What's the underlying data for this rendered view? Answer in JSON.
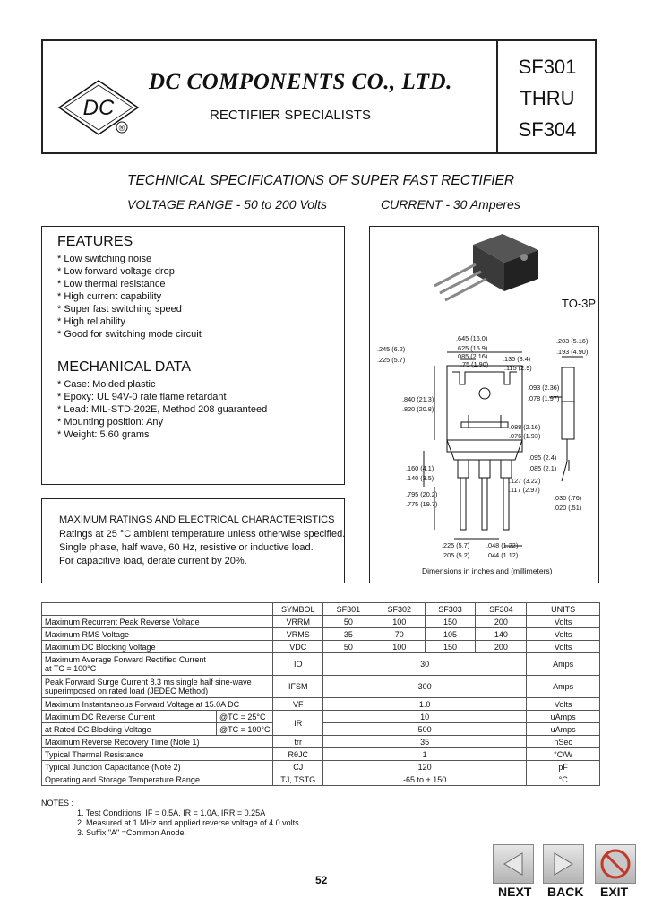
{
  "header": {
    "company": "DC COMPONENTS CO.,  LTD.",
    "tagline": "RECTIFIER SPECIALISTS",
    "logo_letters": "DC",
    "registered_mark": "®",
    "parts": [
      "SF301",
      "THRU",
      "SF304"
    ]
  },
  "title": "TECHNICAL  SPECIFICATIONS OF  SUPER FAST RECTIFIER",
  "voltage_range": "VOLTAGE RANGE - 50 to 200 Volts",
  "current": "CURRENT - 30 Amperes",
  "features": {
    "heading": "FEATURES",
    "items": [
      "Low switching noise",
      "Low forward voltage drop",
      "Low thermal resistance",
      "High current capability",
      "Super fast switching speed",
      "High reliability",
      "Good for switching mode circuit"
    ]
  },
  "mechanical": {
    "heading": "MECHANICAL DATA",
    "items": [
      "Case: Molded plastic",
      "Epoxy: UL 94V-0 rate flame retardant",
      "Lead: MIL-STD-202E, Method 208 guaranteed",
      "Mounting position: Any",
      "Weight: 5.60 grams"
    ]
  },
  "package": {
    "name": "TO-3P",
    "dim_caption": "Dimensions in inches and (millimeters)",
    "dims": {
      "d1": ".245 (6.2)",
      "d2": ".225 (5.7)",
      "d3": ".645 (16.0)",
      "d4": ".625 (15.9)",
      "d5": ".085 (2.16)",
      "d6": ".75 (1.90)",
      "d7": ".135 (3.4)",
      "d8": ".115 (2.9)",
      "d9": ".203 (5.16)",
      "d10": ".193 (4.90)",
      "d11": ".093 (2.36)",
      "d12": ".078 (1.97)",
      "d13": ".840 (21.3)",
      "d14": ".820 (20.8)",
      "d15": ".088 (2.16)",
      "d16": ".076 (1.93)",
      "d17": ".095 (2.4)",
      "d18": ".085 (2.1)",
      "d19": ".160 (4.1)",
      "d20": ".140 (3.5)",
      "d21": ".127 (3.22)",
      "d22": ".117 (2.97)",
      "d23": ".795 (20.2)",
      "d24": ".775 (19.7)",
      "d25": ".030 (.76)",
      "d26": ".020 (.51)",
      "d27": ".225 (5.7)",
      "d28": ".205 (5.2)",
      "d29": ".048 (1.22)",
      "d30": ".044 (1.12)"
    }
  },
  "ratings": {
    "heading": "MAXIMUM RATINGS AND ELECTRICAL CHARACTERISTICS",
    "lines": [
      "Ratings at 25 °C ambient temperature unless otherwise specified.",
      "Single phase, half wave, 60 Hz, resistive or inductive load.",
      "For capacitive load, derate current by 20%."
    ]
  },
  "table": {
    "headers": [
      "",
      "SYMBOL",
      "SF301",
      "SF302",
      "SF303",
      "SF304",
      "UNITS"
    ],
    "rows": [
      {
        "param": "Maximum Recurrent Peak Reverse Voltage",
        "symbol": "VRRM",
        "v": [
          "50",
          "100",
          "150",
          "200"
        ],
        "unit": "Volts"
      },
      {
        "param": "Maximum RMS Voltage",
        "symbol": "VRMS",
        "v": [
          "35",
          "70",
          "105",
          "140"
        ],
        "unit": "Volts"
      },
      {
        "param": "Maximum DC Blocking Voltage",
        "symbol": "VDC",
        "v": [
          "50",
          "100",
          "150",
          "200"
        ],
        "unit": "Volts"
      },
      {
        "param1": "Maximum Average Forward Rectified Current",
        "param2": "at TC = 100°C",
        "symbol": "IO",
        "value": "30",
        "unit": "Amps"
      },
      {
        "param1": "Peak Forward Surge Current 8.3 ms single half sine-wave",
        "param2": "superimposed on rated load (JEDEC Method)",
        "symbol": "IFSM",
        "value": "300",
        "unit": "Amps"
      },
      {
        "param": "Maximum Instantaneous Forward Voltage at 15.0A DC",
        "symbol": "VF",
        "value": "1.0",
        "unit": "Volts"
      },
      {
        "param1": "Maximum DC  Reverse Current",
        "param2": "at Rated DC Blocking Voltage",
        "cond1": "@TC = 25°C",
        "cond2": "@TC = 100°C",
        "symbol": "IR",
        "value1": "10",
        "value2": "500",
        "unit1": "uAmps",
        "unit2": "uAmps"
      },
      {
        "param": "Maximum Reverse Recovery Time (Note 1)",
        "symbol": "trr",
        "value": "35",
        "unit": "nSec"
      },
      {
        "param": "Typical Thermal Resistance",
        "symbol": "RθJC",
        "value": "1",
        "unit": "°C/W"
      },
      {
        "param": "Typical Junction Capacitance (Note 2)",
        "symbol": "CJ",
        "value": "120",
        "unit": "pF"
      },
      {
        "param": "Operating and Storage Temperature Range",
        "symbol": "TJ, TSTG",
        "value": "-65 to + 150",
        "unit": "°C"
      }
    ]
  },
  "notes": {
    "label": "NOTES :",
    "items": [
      "1. Test Conditions: IF = 0.5A, IR = 1.0A, IRR = 0.25A",
      "2. Measured at 1 MHz and applied reverse voltage of 4.0 volts",
      "3. Suffix \"A\" =Common Anode."
    ]
  },
  "page_number": "52",
  "nav": {
    "next": "NEXT",
    "back": "BACK",
    "exit": "EXIT"
  }
}
